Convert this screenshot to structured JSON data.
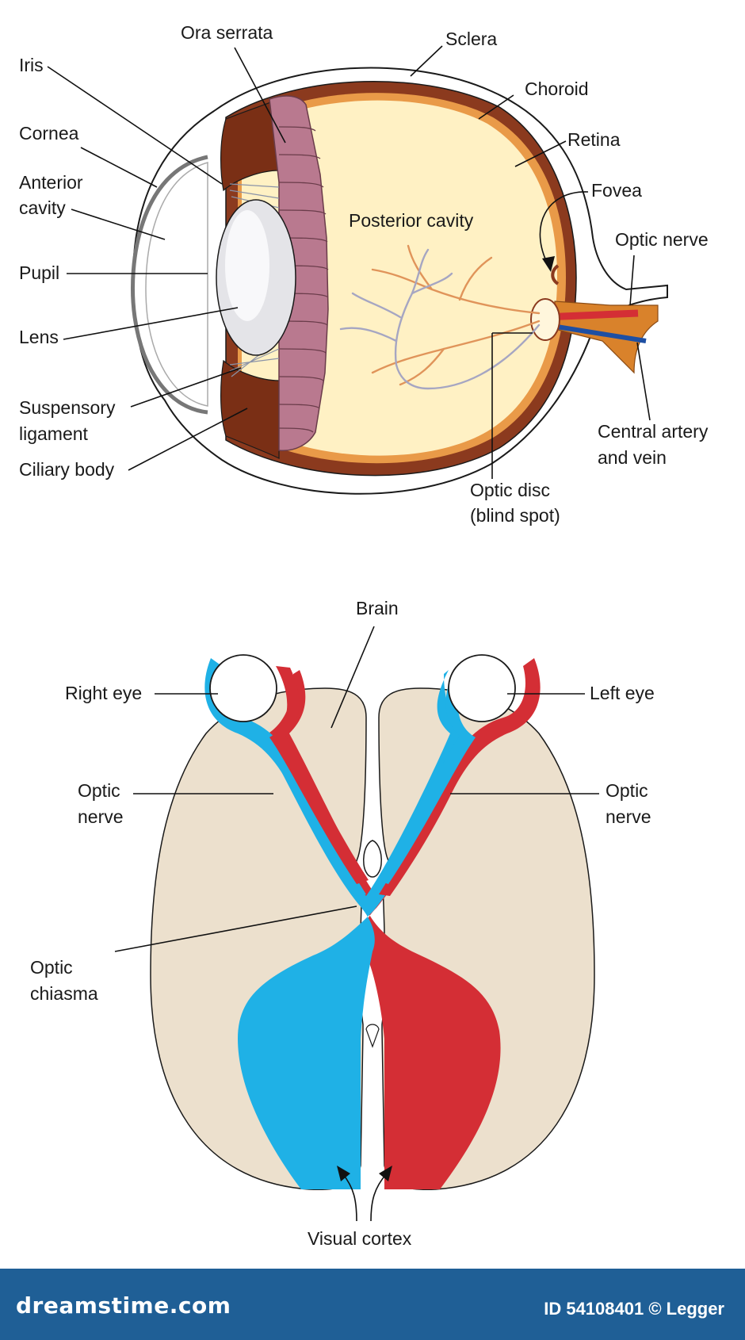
{
  "eye": {
    "labels": {
      "ora_serrata": "Ora serrata",
      "sclera": "Sclera",
      "iris": "Iris",
      "choroid": "Choroid",
      "cornea": "Cornea",
      "retina": "Retina",
      "anterior_cavity_1": "Anterior",
      "anterior_cavity_2": "cavity",
      "fovea": "Fovea",
      "posterior_cavity": "Posterior cavity",
      "optic_nerve": "Optic nerve",
      "pupil": "Pupil",
      "lens": "Lens",
      "suspensory_1": "Suspensory",
      "suspensory_2": "ligament",
      "central_1": "Central artery",
      "central_2": "and vein",
      "ciliary_body": "Ciliary body",
      "optic_disc_1": "Optic disc",
      "optic_disc_2": "(blind spot)"
    }
  },
  "visual_pathway": {
    "labels": {
      "brain": "Brain",
      "right_eye": "Right eye",
      "left_eye": "Left eye",
      "optic_nerve_left_1": "Optic",
      "optic_nerve_left_2": "nerve",
      "optic_nerve_right_1": "Optic",
      "optic_nerve_right_2": "nerve",
      "optic_chiasma_1": "Optic",
      "optic_chiasma_2": "chiasma",
      "visual_cortex": "Visual cortex"
    }
  },
  "footer": {
    "brand": "dreamstime.com",
    "stock_id": "ID 54108401 © Legger"
  },
  "colors": {
    "sclera": "#ffffff",
    "choroid": "#8b3a1e",
    "vitreous": "#fff1c4",
    "ora_serrata": "#b9798f",
    "brain_tissue": "#ece0cd",
    "right_field": "#1fb1e6",
    "left_field": "#d42e35",
    "optic_nerve_sheath": "#d9822b",
    "footer_bar": "#1f5f96"
  }
}
